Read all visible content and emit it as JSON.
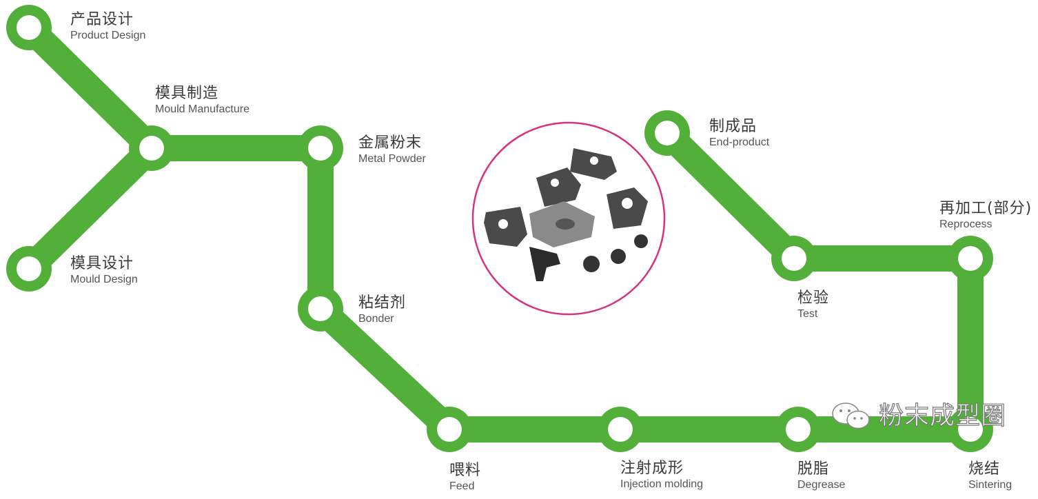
{
  "colors": {
    "line": "#52b03a",
    "ring": "#d8327e",
    "text": "#3a3a3a"
  },
  "steps": [
    {
      "cn": "产品设计",
      "en": "Product Design"
    },
    {
      "cn": "模具制造",
      "en": "Mould Manufacture"
    },
    {
      "cn": "模具设计",
      "en": "Mould Design"
    },
    {
      "cn": "金属粉末",
      "en": "Metal Powder"
    },
    {
      "cn": "粘结剂",
      "en": "Bonder"
    },
    {
      "cn": "喂料",
      "en": "Feed"
    },
    {
      "cn": "注射成形",
      "en": "Injection molding"
    },
    {
      "cn": "脱脂",
      "en": "Degrease"
    },
    {
      "cn": "烧结",
      "en": "Sintering"
    },
    {
      "cn": "再加工(部分)",
      "en": "Reprocess"
    },
    {
      "cn": "检验",
      "en": "Test"
    },
    {
      "cn": "制成品",
      "en": "End-product"
    }
  ],
  "watermark": {
    "text": "粉末成型圈",
    "icon": "wechat-icon"
  }
}
